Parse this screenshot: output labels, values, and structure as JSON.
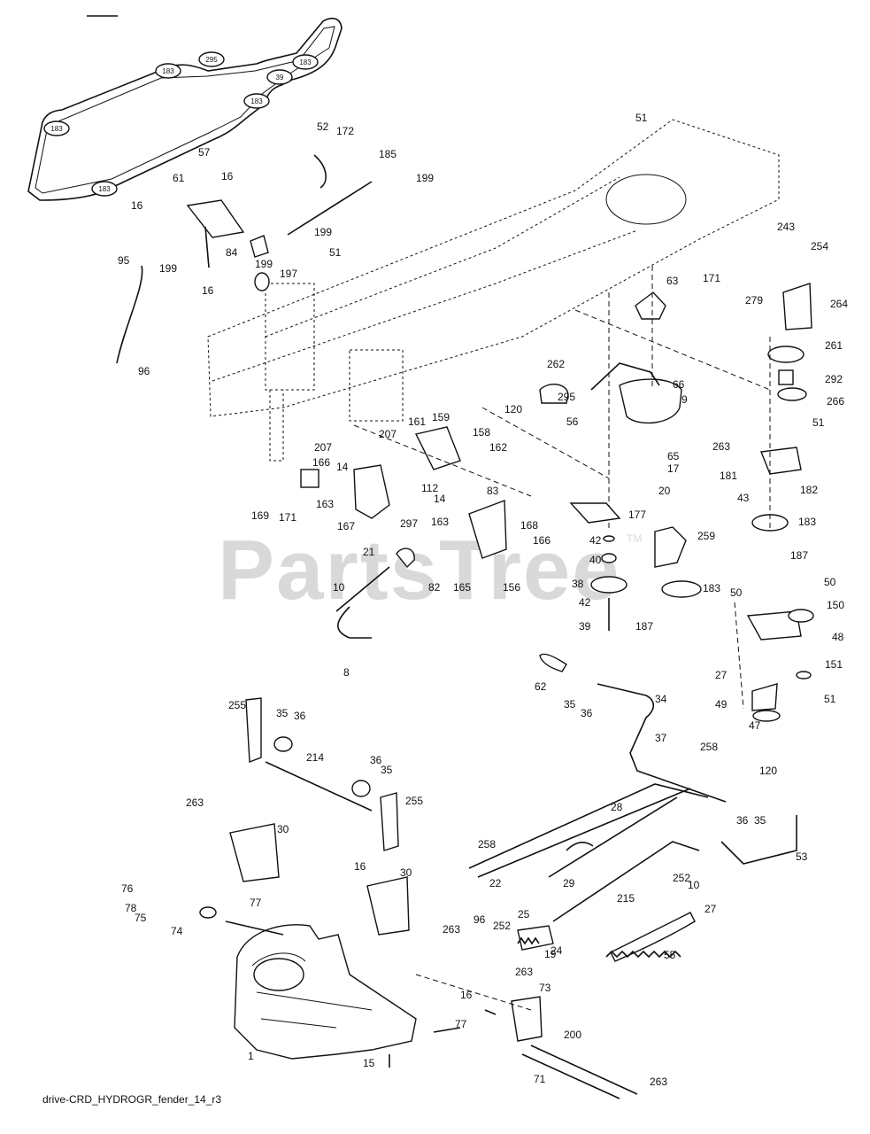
{
  "watermark": "PartsTree",
  "watermark_tm": "TM",
  "caption": "drive-CRD_HYDROGR_fender_14_r3",
  "belt_bubbles": [
    "183",
    "295",
    "183",
    "39",
    "183",
    "183",
    "183"
  ],
  "labels": [
    "57",
    "52",
    "172",
    "185",
    "199",
    "16",
    "61",
    "16",
    "199",
    "84",
    "199",
    "197",
    "51",
    "95",
    "199",
    "16",
    "96",
    "51",
    "243",
    "254",
    "171",
    "279",
    "264",
    "63",
    "261",
    "292",
    "262",
    "66",
    "295",
    "266",
    "51",
    "120",
    "56",
    "9",
    "263",
    "65",
    "17",
    "181",
    "182",
    "20",
    "43",
    "183",
    "259",
    "187",
    "183",
    "177",
    "42",
    "40",
    "38",
    "42",
    "39",
    "187",
    "161",
    "159",
    "158",
    "207",
    "162",
    "207",
    "166",
    "14",
    "112",
    "14",
    "163",
    "163",
    "83",
    "168",
    "166",
    "169",
    "171",
    "167",
    "297",
    "165",
    "156",
    "21",
    "82",
    "10",
    "8",
    "50",
    "50",
    "150",
    "48",
    "27",
    "151",
    "51",
    "49",
    "47",
    "120",
    "62",
    "35",
    "36",
    "34",
    "37",
    "258",
    "255",
    "35",
    "36",
    "214",
    "36",
    "35",
    "255",
    "263",
    "30",
    "28",
    "36",
    "35",
    "53",
    "258",
    "22",
    "29",
    "252",
    "10",
    "16",
    "30",
    "263",
    "27",
    "215",
    "55",
    "76",
    "78",
    "75",
    "77",
    "74",
    "96",
    "252",
    "25",
    "24",
    "19",
    "263",
    "73",
    "16",
    "77",
    "200",
    "1",
    "15",
    "71",
    "263"
  ]
}
